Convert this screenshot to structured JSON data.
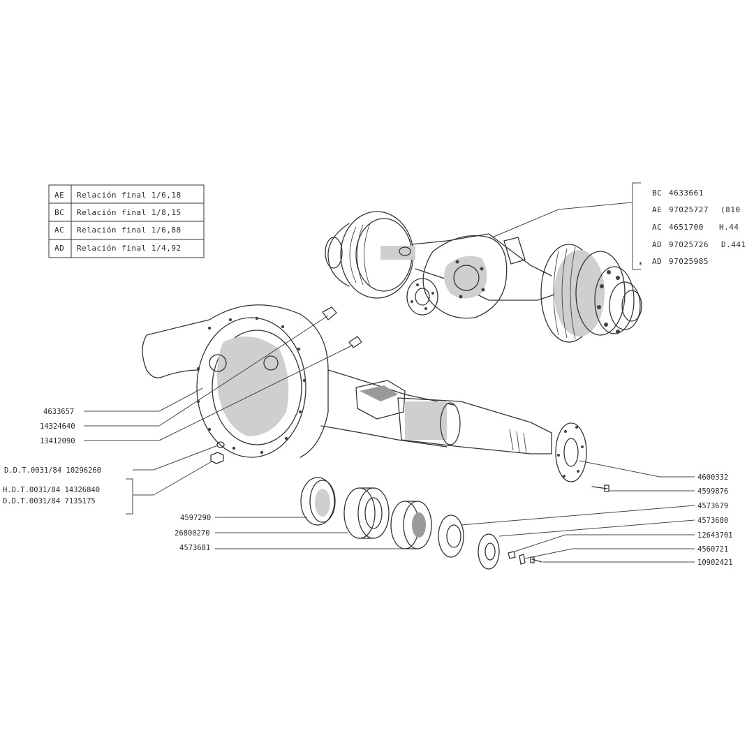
{
  "ratio_table": [
    {
      "code": "AE",
      "text": "Relación final 1/6,18"
    },
    {
      "code": "BC",
      "text": "Relación final 1/8,15"
    },
    {
      "code": "AC",
      "text": "Relación final 1/6,88"
    },
    {
      "code": "AD",
      "text": "Relación final 1/4,92"
    }
  ],
  "assembly_refs": [
    {
      "mark": "",
      "code": "BC",
      "part": "4633661",
      "note": ""
    },
    {
      "mark": "",
      "code": "AE",
      "part": "97025727",
      "note": "(810"
    },
    {
      "mark": "",
      "code": "AC",
      "part": "4651700",
      "note": "H.44"
    },
    {
      "mark": "",
      "code": "AD",
      "part": "97025726",
      "note": "D.441"
    },
    {
      "mark": "*",
      "code": "AD",
      "part": "97025985",
      "note": ""
    }
  ],
  "left_labels": [
    "4633657",
    "14324640",
    "13412090",
    "D.D.T.0031/84  10296260"
  ],
  "bracket_labels": [
    "H.D.T.0031/84  14326840",
    "D.D.T.0031/84   7135175"
  ],
  "bottom_labels": [
    "4597290",
    "26800270",
    "4573681"
  ],
  "right_labels": [
    "4600332",
    "4599876",
    "4573679",
    "4573680",
    "12643701",
    "4560721",
    "10902421"
  ]
}
